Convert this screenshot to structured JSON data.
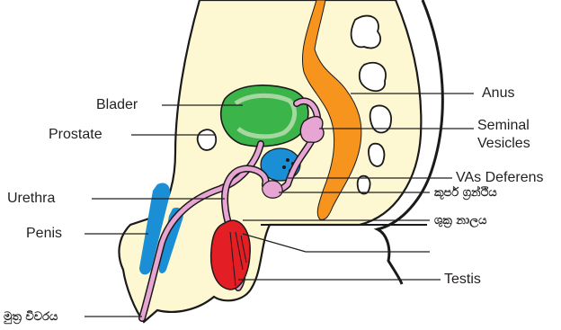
{
  "labels": {
    "bladder": "Blader",
    "prostate": "Prostate",
    "urethra": "Urethra",
    "penis": "Penis",
    "urinary_opening": "මුත්‍ර විවරය",
    "anus": "Anus",
    "seminal_vesicles_line1": "Seminal",
    "seminal_vesicles_line2": "Vesicles",
    "vas_deferens": "VAs Deferens",
    "cowpers_gland": "කූපර් ග්‍රන්ථිය",
    "sperm_duct": "ශුක්‍ර නාලය",
    "testis": "Testis"
  },
  "colors": {
    "body": "#fdf7d2",
    "outline": "#1a1a1a",
    "bone": "#ffffff",
    "rectum": "#f7941d",
    "bladder": "#3bb54a",
    "duct": "#e6a5d3",
    "prostate": "#1b8fd6",
    "erectile": "#1b8fd6",
    "testis": "#e31e24",
    "leader": "#231f20"
  }
}
